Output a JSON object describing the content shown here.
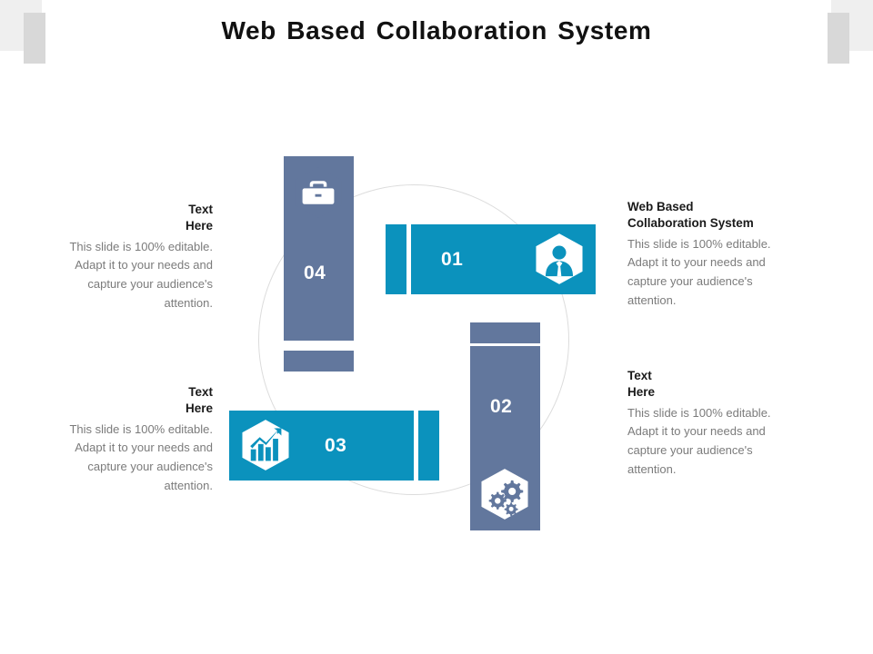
{
  "slide": {
    "title": "Web Based Collaboration System",
    "background_color": "#ffffff"
  },
  "theme": {
    "teal": "#0b92bd",
    "slate": "#62779d",
    "heading_color": "#1a1a1a",
    "body_color": "#7b7b7b",
    "ring_color": "#dcdcdc",
    "header_plate_color": "#efefef",
    "header_bar_color": "#d8d8d8"
  },
  "diagram": {
    "type": "pinwheel-4-step",
    "steps": [
      {
        "number": "01",
        "color": "#0b92bd",
        "icon": "businessman-icon",
        "orientation": "horizontal",
        "position": "top-right"
      },
      {
        "number": "02",
        "color": "#62779d",
        "icon": "gears-icon",
        "orientation": "vertical",
        "position": "bottom-right"
      },
      {
        "number": "03",
        "color": "#0b92bd",
        "icon": "bar-chart-growth-icon",
        "orientation": "horizontal",
        "position": "bottom-left"
      },
      {
        "number": "04",
        "color": "#62779d",
        "icon": "briefcase-icon",
        "orientation": "vertical",
        "position": "top-left"
      }
    ]
  },
  "text_blocks": {
    "step_01": {
      "heading_line_1": "Web Based",
      "heading_line_2": "Collaboration System",
      "body": "This slide is 100% editable. Adapt it to your needs and capture your audience's attention.",
      "align": "left"
    },
    "step_02": {
      "heading_line_1": "Text",
      "heading_line_2": "Here",
      "body": "This slide is 100% editable. Adapt it to your needs and capture your audience's attention.",
      "align": "left"
    },
    "step_03": {
      "heading_line_1": "Text",
      "heading_line_2": "Here",
      "body": "This slide is 100% editable. Adapt it to your needs and capture your audience's attention.",
      "align": "right"
    },
    "step_04": {
      "heading_line_1": "Text",
      "heading_line_2": "Here",
      "body": "This slide is 100% editable. Adapt it to your needs and capture your audience's attention.",
      "align": "right"
    }
  }
}
